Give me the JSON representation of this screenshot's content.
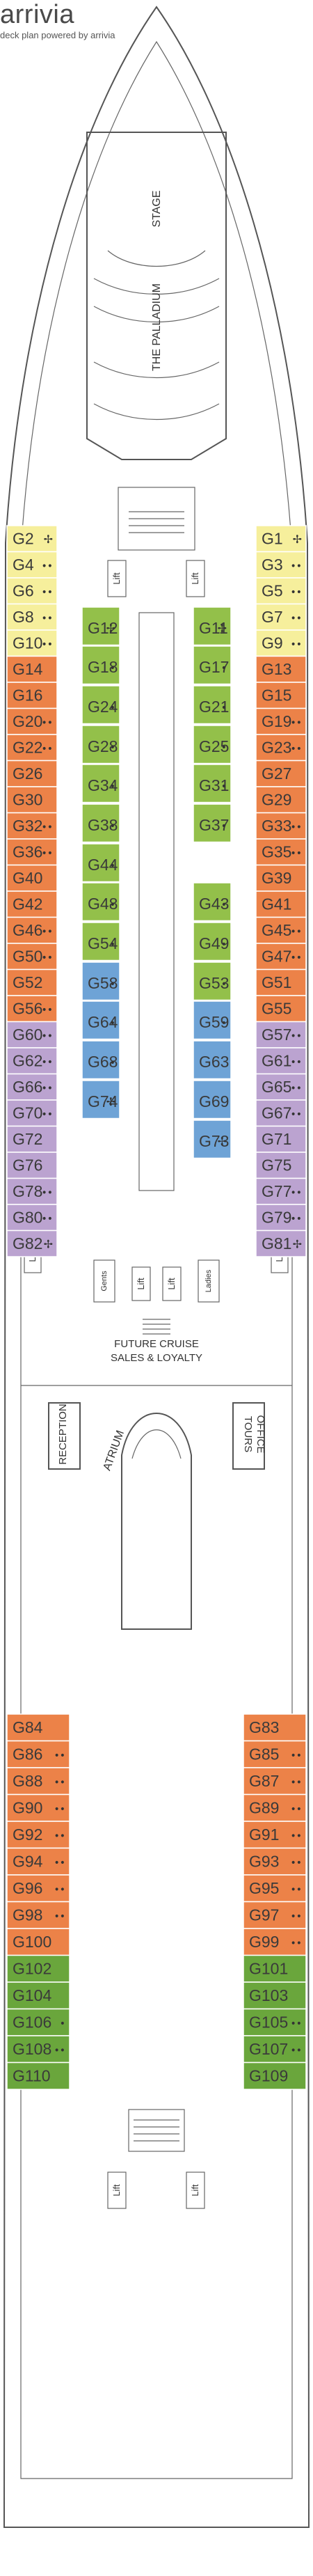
{
  "colors": {
    "yellow": "#f6ef9c",
    "orange": "#ec8248",
    "green": "#93c04a",
    "purple": "#bba3d0",
    "blue": "#6ea3d6",
    "dark_green": "#6aa63c"
  },
  "rooms": {
    "stage": "STAGE",
    "palladium": "THE PALLADIUM",
    "future_cruise": "FUTURE CRUISE",
    "sales_loyalty": "SALES & LOYALTY",
    "atrium": "ATRIUM",
    "reception": "RECEPTION",
    "tours": "TOURS",
    "office": "OFFICE",
    "gents": "Gents",
    "ladies": "Ladies",
    "lift": "Lift"
  },
  "brand": {
    "name": "arrivia",
    "tagline": "deck plan powered by arrivia"
  },
  "cabins": [
    {
      "label": "G2",
      "color": "yellow",
      "marker": "✢"
    },
    {
      "label": "G4",
      "color": "yellow",
      "marker": "••"
    },
    {
      "label": "G6",
      "color": "yellow",
      "marker": "••"
    },
    {
      "label": "G8",
      "color": "yellow",
      "marker": "••"
    },
    {
      "label": "G10",
      "color": "yellow",
      "marker": "••"
    },
    {
      "label": "G14",
      "color": "orange",
      "marker": ""
    },
    {
      "label": "G16",
      "color": "orange",
      "marker": ""
    },
    {
      "label": "G20",
      "color": "orange",
      "marker": "••"
    },
    {
      "label": "G22",
      "color": "orange",
      "marker": "••"
    },
    {
      "label": "G26",
      "color": "orange",
      "marker": ""
    },
    {
      "label": "G30",
      "color": "orange",
      "marker": ""
    },
    {
      "label": "G32",
      "color": "orange",
      "marker": "••"
    },
    {
      "label": "G36",
      "color": "orange",
      "marker": "••"
    },
    {
      "label": "G40",
      "color": "orange",
      "marker": ""
    },
    {
      "label": "G42",
      "color": "orange",
      "marker": ""
    },
    {
      "label": "G46",
      "color": "orange",
      "marker": "••"
    },
    {
      "label": "G50",
      "color": "orange",
      "marker": "••"
    },
    {
      "label": "G52",
      "color": "orange",
      "marker": ""
    },
    {
      "label": "G56",
      "color": "orange",
      "marker": "••"
    },
    {
      "label": "G60",
      "color": "purple",
      "marker": "••"
    },
    {
      "label": "G62",
      "color": "purple",
      "marker": "••"
    },
    {
      "label": "G66",
      "color": "purple",
      "marker": "••"
    },
    {
      "label": "G70",
      "color": "purple",
      "marker": "••"
    },
    {
      "label": "G72",
      "color": "purple",
      "marker": ""
    },
    {
      "label": "G76",
      "color": "purple",
      "marker": ""
    },
    {
      "label": "G78",
      "color": "purple",
      "marker": "••"
    },
    {
      "label": "G80",
      "color": "purple",
      "marker": "••"
    },
    {
      "label": "G82",
      "color": "purple",
      "marker": "✢"
    },
    {
      "label": "G1",
      "color": "yellow",
      "marker": "✢"
    },
    {
      "label": "G3",
      "color": "yellow",
      "marker": "••"
    },
    {
      "label": "G5",
      "color": "yellow",
      "marker": "••"
    },
    {
      "label": "G7",
      "color": "yellow",
      "marker": "••"
    },
    {
      "label": "G9",
      "color": "yellow",
      "marker": "••"
    },
    {
      "label": "G13",
      "color": "orange",
      "marker": ""
    },
    {
      "label": "G15",
      "color": "orange",
      "marker": ""
    },
    {
      "label": "G19",
      "color": "orange",
      "marker": "••"
    },
    {
      "label": "G23",
      "color": "orange",
      "marker": "••"
    },
    {
      "label": "G27",
      "color": "orange",
      "marker": ""
    },
    {
      "label": "G29",
      "color": "orange",
      "marker": ""
    },
    {
      "label": "G33",
      "color": "orange",
      "marker": "••"
    },
    {
      "label": "G35",
      "color": "orange",
      "marker": "••"
    },
    {
      "label": "G39",
      "color": "orange",
      "marker": ""
    },
    {
      "label": "G41",
      "color": "orange",
      "marker": ""
    },
    {
      "label": "G45",
      "color": "orange",
      "marker": "••"
    },
    {
      "label": "G47",
      "color": "orange",
      "marker": "••"
    },
    {
      "label": "G51",
      "color": "orange",
      "marker": ""
    },
    {
      "label": "G55",
      "color": "orange",
      "marker": ""
    },
    {
      "label": "G57",
      "color": "purple",
      "marker": "••"
    },
    {
      "label": "G61",
      "color": "purple",
      "marker": "••"
    },
    {
      "label": "G65",
      "color": "purple",
      "marker": "••"
    },
    {
      "label": "G67",
      "color": "purple",
      "marker": "••"
    },
    {
      "label": "G71",
      "color": "purple",
      "marker": ""
    },
    {
      "label": "G75",
      "color": "purple",
      "marker": ""
    },
    {
      "label": "G77",
      "color": "purple",
      "marker": "••"
    },
    {
      "label": "G79",
      "color": "purple",
      "marker": "••"
    },
    {
      "label": "G81",
      "color": "purple",
      "marker": "✢"
    },
    {
      "label": "G12",
      "color": "green",
      "marker": "✢"
    },
    {
      "label": "G18",
      "color": "green",
      "marker": "•"
    },
    {
      "label": "G24",
      "color": "green",
      "marker": "•"
    },
    {
      "label": "G28",
      "color": "green",
      "marker": "•"
    },
    {
      "label": "G34",
      "color": "green",
      "marker": "•"
    },
    {
      "label": "G38",
      "color": "green",
      "marker": "•"
    },
    {
      "label": "G44",
      "color": "green",
      "marker": "•"
    },
    {
      "label": "G48",
      "color": "green",
      "marker": "•"
    },
    {
      "label": "G54",
      "color": "green",
      "marker": "•"
    },
    {
      "label": "G58",
      "color": "blue",
      "marker": "•"
    },
    {
      "label": "G64",
      "color": "blue",
      "marker": "•"
    },
    {
      "label": "G68",
      "color": "blue",
      "marker": "•"
    },
    {
      "label": "G74",
      "color": "blue",
      "marker": "✢"
    },
    {
      "label": "G11",
      "color": "green",
      "marker": "✢"
    },
    {
      "label": "G17",
      "color": "green",
      "marker": "•"
    },
    {
      "label": "G21",
      "color": "green",
      "marker": "•"
    },
    {
      "label": "G25",
      "color": "green",
      "marker": "•"
    },
    {
      "label": "G31",
      "color": "green",
      "marker": "•"
    },
    {
      "label": "G37",
      "color": "green",
      "marker": "•"
    },
    {
      "label": "G43",
      "color": "green",
      "marker": "•"
    },
    {
      "label": "G49",
      "color": "green",
      "marker": "•"
    },
    {
      "label": "G53",
      "color": "green",
      "marker": "•"
    },
    {
      "label": "G59",
      "color": "blue",
      "marker": "•"
    },
    {
      "label": "G63",
      "color": "blue",
      "marker": ""
    },
    {
      "label": "G69",
      "color": "blue",
      "marker": ""
    },
    {
      "label": "G73",
      "color": "blue",
      "marker": "✢"
    },
    {
      "label": "G84",
      "color": "orange",
      "marker": ""
    },
    {
      "label": "G86",
      "color": "orange",
      "marker": "••"
    },
    {
      "label": "G88",
      "color": "orange",
      "marker": "••"
    },
    {
      "label": "G90",
      "color": "orange",
      "marker": "••"
    },
    {
      "label": "G92",
      "color": "orange",
      "marker": "••"
    },
    {
      "label": "G94",
      "color": "orange",
      "marker": "••"
    },
    {
      "label": "G96",
      "color": "orange",
      "marker": "••"
    },
    {
      "label": "G98",
      "color": "orange",
      "marker": "••"
    },
    {
      "label": "G100",
      "color": "orange",
      "marker": ""
    },
    {
      "label": "G102",
      "color": "dark_green",
      "marker": ""
    },
    {
      "label": "G104",
      "color": "dark_green",
      "marker": ""
    },
    {
      "label": "G106",
      "color": "dark_green",
      "marker": "•"
    },
    {
      "label": "G108",
      "color": "dark_green",
      "marker": "••"
    },
    {
      "label": "G110",
      "color": "dark_green",
      "marker": ""
    },
    {
      "label": "G83",
      "color": "orange",
      "marker": ""
    },
    {
      "label": "G85",
      "color": "orange",
      "marker": "••"
    },
    {
      "label": "G87",
      "color": "orange",
      "marker": "••"
    },
    {
      "label": "G89",
      "color": "orange",
      "marker": "••"
    },
    {
      "label": "G91",
      "color": "orange",
      "marker": "••"
    },
    {
      "label": "G93",
      "color": "orange",
      "marker": "••"
    },
    {
      "label": "G95",
      "color": "orange",
      "marker": "••"
    },
    {
      "label": "G97",
      "color": "orange",
      "marker": "••"
    },
    {
      "label": "G99",
      "color": "orange",
      "marker": "••"
    },
    {
      "label": "G101",
      "color": "dark_green",
      "marker": ""
    },
    {
      "label": "G103",
      "color": "dark_green",
      "marker": ""
    },
    {
      "label": "G105",
      "color": "dark_green",
      "marker": "••"
    },
    {
      "label": "G107",
      "color": "dark_green",
      "marker": "••"
    },
    {
      "label": "G109",
      "color": "dark_green",
      "marker": ""
    }
  ]
}
